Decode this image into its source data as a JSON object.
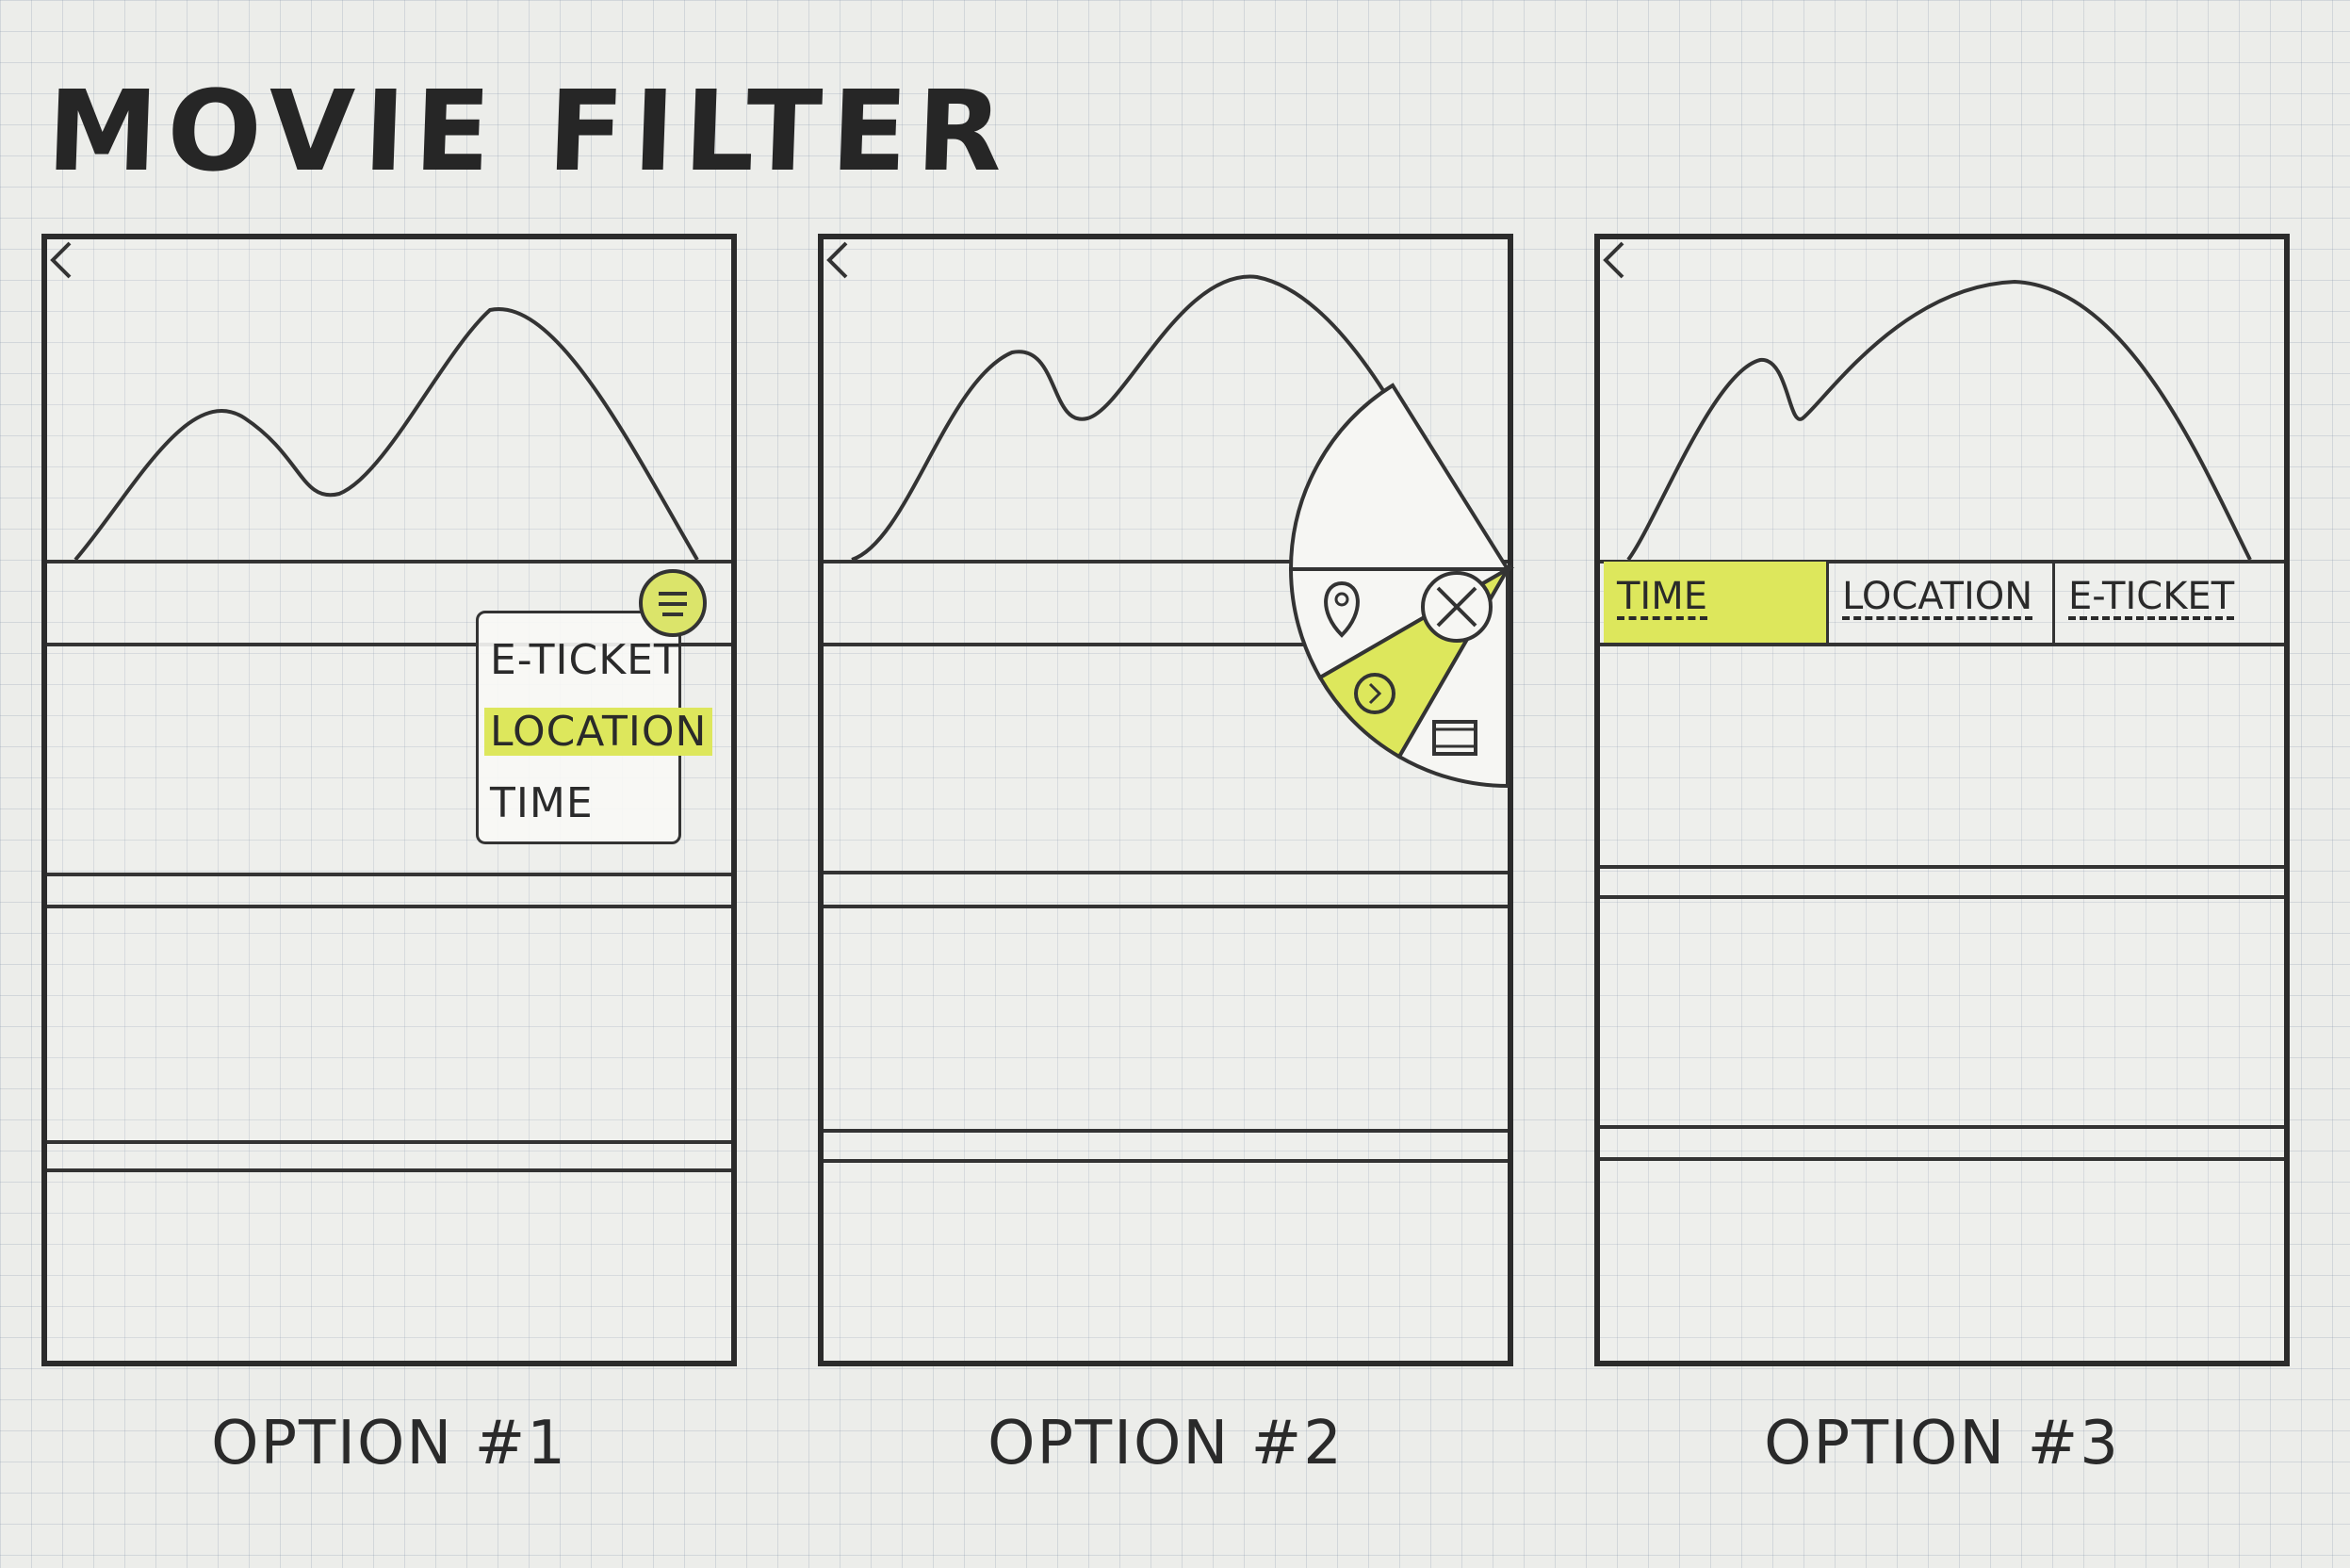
{
  "title": "MOVIE FILTER",
  "colors": {
    "highlight": "#dde75c",
    "ink": "#2b2b2b"
  },
  "options": [
    {
      "label": "OPTION #1",
      "menu": [
        "E-TICKET",
        "LOCATION",
        "TIME"
      ],
      "selected": "LOCATION",
      "icons": [
        "back-icon",
        "menu-icon"
      ]
    },
    {
      "label": "OPTION #2",
      "radial_menu_icons": [
        "location-pin-icon",
        "clock-icon",
        "ticket-icon",
        "close-icon"
      ],
      "selected": "clock-icon"
    },
    {
      "label": "OPTION #3",
      "tabs": [
        "TIME",
        "LOCATION",
        "E-TICKET"
      ],
      "selected": "TIME"
    }
  ]
}
